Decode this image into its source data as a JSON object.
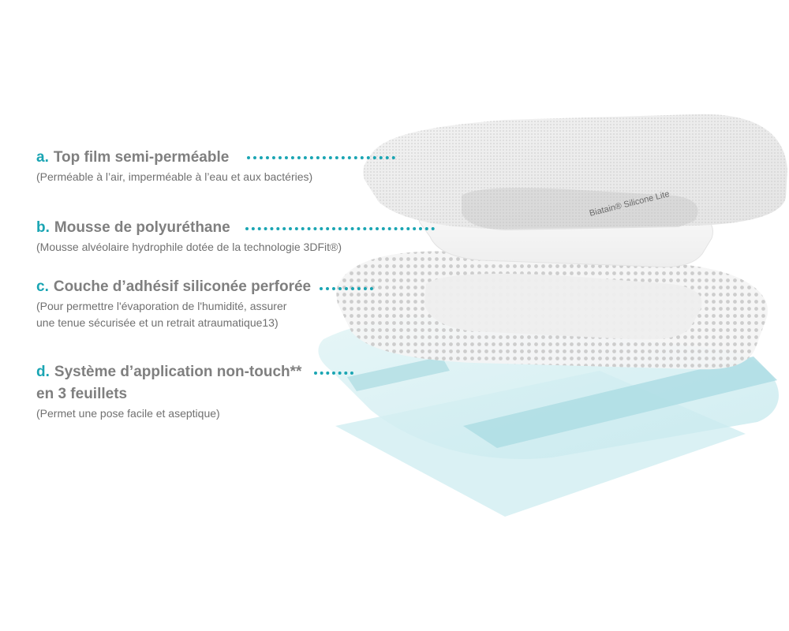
{
  "brand_text": "Biatain® Silicone Lite",
  "accent_color": "#1aa5b3",
  "labels": [
    {
      "letter": "a.",
      "title": "Top film semi-perméable",
      "title_line2": "",
      "sub1": "(Perméable à l’air, imperméable à l’eau et aux bactéries)",
      "sub2": ""
    },
    {
      "letter": "b.",
      "title": "Mousse de polyuréthane",
      "title_line2": "",
      "sub1": "(Mousse alvéolaire hydrophile dotée de la technologie 3DFit®)",
      "sub2": ""
    },
    {
      "letter": "c.",
      "title": "Couche d’adhésif siliconée perforée",
      "title_line2": "",
      "sub1": "(Pour permettre l'évaporation de l'humidité, assurer",
      "sub2": "une tenue sécurisée et un retrait atraumatique13)"
    },
    {
      "letter": "d.",
      "title": "Système d’application non-touch**",
      "title_line2": "en 3 feuillets",
      "sub1": "(Permet une pose facile et aseptique)",
      "sub2": ""
    }
  ]
}
